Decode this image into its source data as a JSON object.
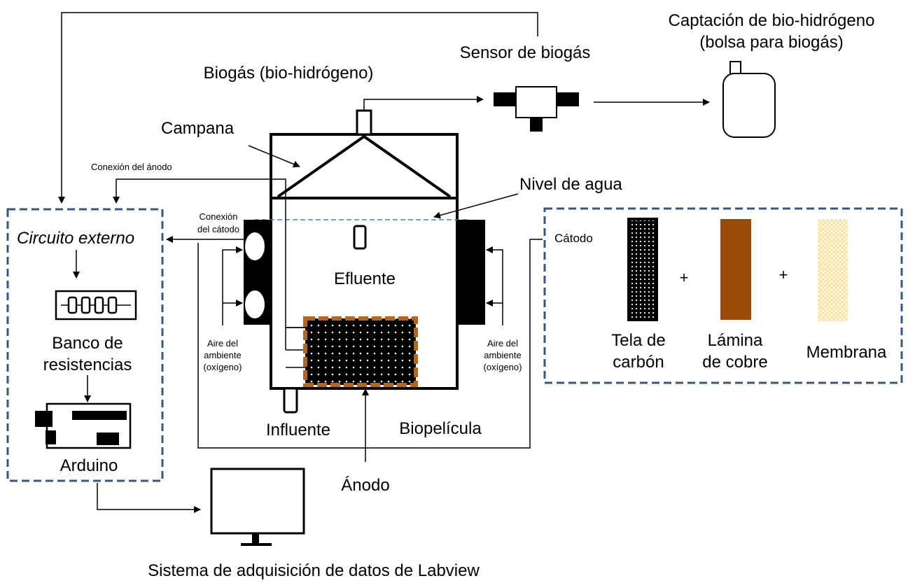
{
  "colors": {
    "dashed_box": "#2e5a88",
    "water_line": "#4a7fc1",
    "copper": "#9a4b0a",
    "membrane": "#f5e1a0",
    "biofilm_border": "#b8651c",
    "ink": "#000000"
  },
  "labels": {
    "capture_line1": "Captación de bio-hidrógeno",
    "capture_line2": "(bolsa para biogás)",
    "gas_sensor": "Sensor de biogás",
    "biogas": "Biogás (bio-hidrógeno)",
    "bell": "Campana",
    "anode_connection": "Conexión del ánodo",
    "water_level": "Nivel de agua",
    "cathode_connection_line1": "Conexión",
    "cathode_connection_line2": "del cátodo",
    "external_circuit": "Circuito externo",
    "resistor_bank_line1": "Banco de",
    "resistor_bank_line2": "resistencias",
    "arduino": "Arduino",
    "effluent": "Efluente",
    "air_line1": "Aire del",
    "air_line2": "ambiente",
    "air_line3": "(oxígeno)",
    "influent": "Influente",
    "biofilm": "Biopelícula",
    "anode": "Ánodo",
    "cathode": "Cátodo",
    "plus": "+",
    "carbon_cloth_line1": "Tela de",
    "carbon_cloth_line2": "carbón",
    "copper_sheet_line1": "Lámina",
    "copper_sheet_line2": "de cobre",
    "membrane": "Membrana",
    "daq_system": "Sistema de adquisición de datos de Labview"
  }
}
